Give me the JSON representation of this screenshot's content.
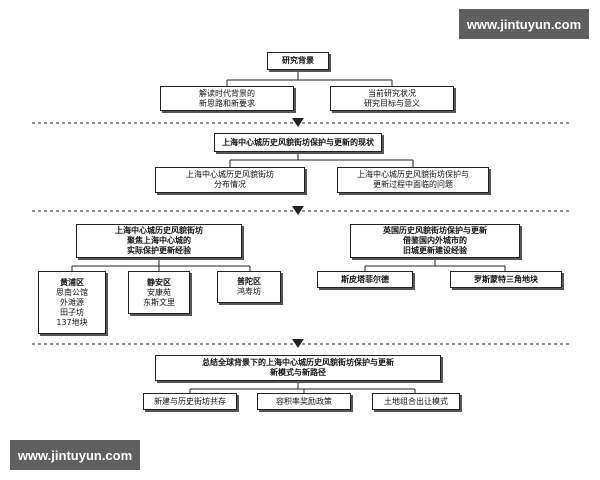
{
  "watermark": "www.jintuyun.com",
  "section1": {
    "title": "研究背景",
    "left": [
      "解读时代背景的",
      "新思路和新要求"
    ],
    "right": [
      "当前研究状况",
      "研究目标与意义"
    ]
  },
  "section2": {
    "title": "上海中心城历史风貌街坊保护与更新的现状",
    "left": [
      "上海中心城历史风貌街坊",
      "分布情况"
    ],
    "right": [
      "上海中心城历史风貌街坊保护与",
      "更新过程中面临的问题"
    ]
  },
  "section3": {
    "left_title": [
      "上海中心城历史风貌街坊",
      "聚焦上海中心城的",
      "实际保护更新经验"
    ],
    "right_title": [
      "英国历史风貌街坊保护与更新",
      "借鉴国内外城市的",
      "旧城更新建设经验"
    ],
    "districts": [
      {
        "lines": [
          "黄浦区",
          "思南公馆",
          "外滩源",
          "田子坊",
          "137地块"
        ]
      },
      {
        "lines": [
          "静安区",
          "安康苑",
          "东斯文里"
        ]
      },
      {
        "lines": [
          "普陀区",
          "鸿寿坊"
        ]
      }
    ],
    "uk_cases": [
      "斯皮塔菲尔德",
      "罗斯蒙特三角地块"
    ]
  },
  "section4": {
    "title": [
      "总结全球背景下的上海中心城历史风貌街坊保护与更新",
      "新模式与新路径"
    ],
    "items": [
      "新建与历史街坊共存",
      "容积率奖励政策",
      "土地组合出让模式"
    ]
  }
}
